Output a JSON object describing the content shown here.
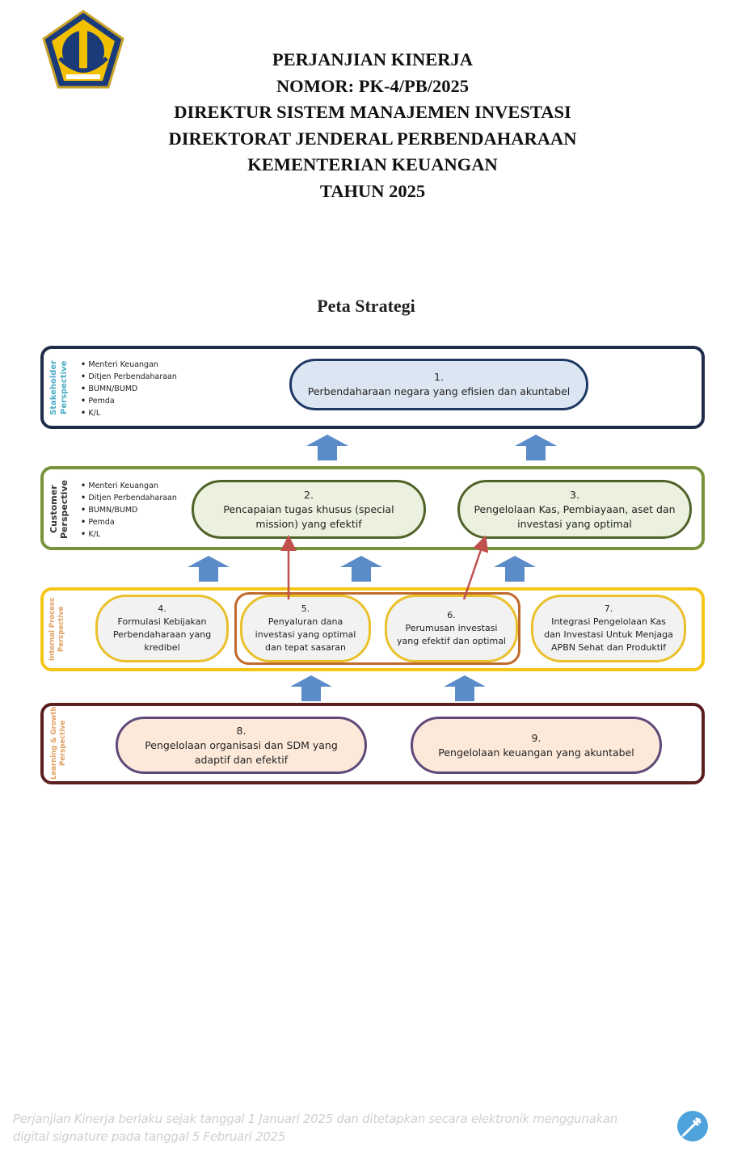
{
  "header": {
    "title_lines": [
      "PERJANJIAN KINERJA",
      "NOMOR: PK-4/PB/2025",
      "DIREKTUR SISTEM MANAJEMEN INVESTASI",
      "DIREKTORAT JENDERAL PERBENDAHARAAN",
      "KEMENTERIAN KEUANGAN",
      "TAHUN 2025"
    ],
    "logo_icon": "kementerian-keuangan-emblem"
  },
  "map": {
    "title": "Peta Strategi",
    "colors": {
      "arrow": "#5b8bc9",
      "stakeholder": "#1f2d4a",
      "customer": "#77933c",
      "internal": "#f5c518",
      "learning": "#5b1f1f",
      "link": "#c0504d"
    },
    "stakeholder": {
      "label": [
        "Stakeholder",
        "Perspective"
      ],
      "bullets": [
        "Menteri Keuangan",
        "Ditjen Perbendaharaan",
        "BUMN/BUMD",
        "Pemda",
        "K/L"
      ],
      "objectives": [
        {
          "num": "1.",
          "text": "Perbendaharaan negara yang efisien dan akuntabel"
        }
      ]
    },
    "customer": {
      "label": [
        "Customer",
        "Perspective"
      ],
      "bullets": [
        "Menteri Keuangan",
        "Ditjen Perbendaharaan",
        "BUMN/BUMD",
        "Pemda",
        "K/L"
      ],
      "objectives": [
        {
          "num": "2.",
          "text": "Pencapaian tugas khusus (special mission) yang efektif"
        },
        {
          "num": "3.",
          "text": "Pengelolaan Kas, Pembiayaan, aset dan investasi yang optimal"
        }
      ]
    },
    "internal": {
      "label": [
        "Internal Process",
        "Perspective"
      ],
      "objectives": [
        {
          "num": "4.",
          "text": "Formulasi Kebijakan Perbendaharaan yang kredibel"
        },
        {
          "num": "5.",
          "text": "Penyaluran dana investasi yang optimal dan tepat sasaran"
        },
        {
          "num": "6.",
          "text": "Perumusan investasi yang efektif dan optimal"
        },
        {
          "num": "7.",
          "text": "Integrasi Pengelolaan Kas dan Investasi Untuk Menjaga APBN Sehat dan Produktif"
        }
      ]
    },
    "learning": {
      "label": [
        "Learning & Growth",
        "Perspective"
      ],
      "objectives": [
        {
          "num": "8.",
          "text": "Pengelolaan organisasi dan SDM yang adaptif dan  efektif"
        },
        {
          "num": "9.",
          "text": "Pengelolaan keuangan yang akuntabel"
        }
      ]
    }
  },
  "footer": {
    "lines": [
      "Perjanjian Kinerja berlaku sejak tanggal 1 Januari 2025 dan ditetapkan secara elektronik menggunakan",
      "digital signature pada tanggal  5 Februari 2025"
    ],
    "icon": "digital-signature-pen-icon"
  }
}
